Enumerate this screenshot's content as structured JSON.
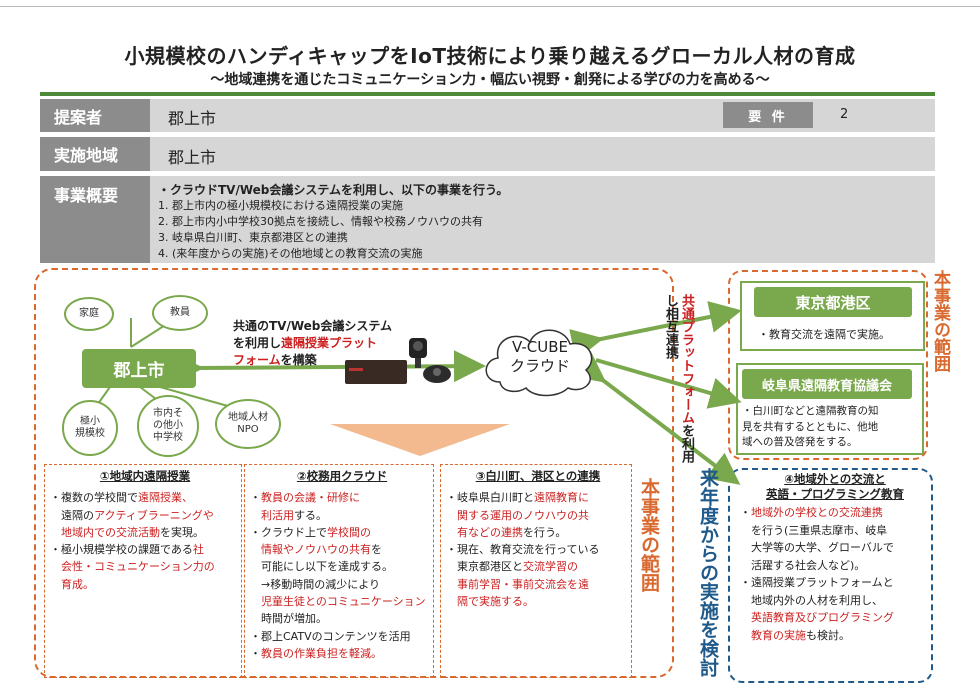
{
  "title": "小規模校のハンディキャップをIoT技術により乗り越えるグローカル人材の育成",
  "subtitle": "～地域連携を通じたコミュニケーション力・幅広い視野・創発による学びの力を高める～",
  "rows": {
    "proposer_label": "提案者",
    "proposer_value": "郡上市",
    "requirement_label": "要 件",
    "requirement_value": "2",
    "area_label": "実施地域",
    "area_value": "郡上市",
    "summary_label": "事業概要",
    "summary_lead": "・クラウドTV/Web会議システムを利用し、以下の事業を行う。",
    "summary_items": [
      "1. 郡上市内の極小規模校における遠隔授業の実施",
      "2. 郡上市内小中学校30拠点を接続し、情報や校務ノウハウの共有",
      "3. 岐阜県白川町、東京都港区との連携",
      "4. (来年度からの実施)その他地域との教育交流の実施"
    ]
  },
  "diagram": {
    "hub": "郡上市",
    "nodes": {
      "home": "家庭",
      "teacher": "教員",
      "small_l1": "極小",
      "small_l2": "規模校",
      "other_l1": "市内そ",
      "other_l2": "の他小",
      "other_l3": "中学校",
      "npo_l1": "地域人材",
      "npo_l2": "NPO"
    },
    "system_l1": "共通のTV/Web会議システム",
    "system_l2_pre": "を利用し",
    "system_l2_red": "遠隔授業プラット",
    "system_l3_red": "フォーム",
    "system_l3_post": "を構築",
    "cloud_l1": "V-CUBE",
    "cloud_l2": "クラウド",
    "platform_red": "共通プラットフォーム",
    "platform_black": "を利用し相互連携",
    "tokyo_head": "東京都港区",
    "tokyo_text": "・教育交流を遠隔で実施。",
    "gifu_head": "岐阜県遠隔教育協議会",
    "gifu_l1": "・白川町などと遠隔教育の知",
    "gifu_l2": "見を共有するとともに、他地",
    "gifu_l3": "域への普及啓発をする。",
    "scope_right": "本事業の範囲",
    "scope_center": "本事業の範囲",
    "next_year": "来年度からの実施を検討"
  },
  "columns": {
    "c1": {
      "head": "①地域内遠隔授業",
      "lines": [
        [
          "・複数の学校間で",
          "遠隔授業、",
          ""
        ],
        [
          "　遠隔の",
          "アクティブラーニングや",
          ""
        ],
        [
          "　",
          "地域内での交流活動",
          "を実現。"
        ],
        [
          "・極小規模学校の課題である",
          "社",
          ""
        ],
        [
          "　",
          "会性・コミュニケーション力の",
          ""
        ],
        [
          "　",
          "育成。",
          ""
        ]
      ]
    },
    "c2": {
      "head": "②校務用クラウド",
      "lines": [
        [
          "・",
          "教員の会議・研修に",
          ""
        ],
        [
          "　",
          "利活用",
          "する。"
        ],
        [
          "・クラウド上で",
          "学校間の",
          ""
        ],
        [
          "　",
          "情報やノウハウの共有",
          "を"
        ],
        [
          "　可能にし以下を達成する。",
          "",
          ""
        ],
        [
          "　→移動時間の減少により",
          "",
          ""
        ],
        [
          "　",
          "児童生徒とのコミュニケーション",
          ""
        ],
        [
          "　時間が増加。",
          "",
          ""
        ],
        [
          "・郡上CATVのコンテンツを活用",
          "",
          ""
        ],
        [
          "・",
          "教員の作業負担を軽減。",
          ""
        ]
      ]
    },
    "c3": {
      "head": "③白川町、港区との連携",
      "lines": [
        [
          "・岐阜県白川町と",
          "遠隔教育に",
          ""
        ],
        [
          "　",
          "関する運用のノウハウの共",
          ""
        ],
        [
          "　",
          "有などの連携",
          "を行う。"
        ],
        [
          "・現在、教育交流を行っている",
          "",
          ""
        ],
        [
          "　東京都港区と",
          "交流学習の",
          ""
        ],
        [
          "　",
          "事前学習・事前交流会を遠",
          ""
        ],
        [
          "　",
          "隔で実施する。",
          ""
        ]
      ]
    },
    "c4": {
      "head_l1": "④地域外との交流と",
      "head_l2": "英語・プログラミング教育",
      "lines": [
        [
          "・",
          "地域外の学校との交流連携",
          ""
        ],
        [
          "　を行う(三重県志摩市、岐阜",
          "",
          ""
        ],
        [
          "　大学等の大学、グローバルで",
          "",
          ""
        ],
        [
          "　活躍する社会人など)。",
          "",
          ""
        ],
        [
          "・遠隔授業プラットフォームと",
          "",
          ""
        ],
        [
          "　地域内外の人材を利用し、",
          "",
          ""
        ],
        [
          "　",
          "英語教育及びプログラミング",
          ""
        ],
        [
          "　",
          "教育の実施",
          "も検討。"
        ]
      ]
    }
  },
  "colors": {
    "green": "#7aa84d",
    "orange": "#d9692f",
    "blue": "#1f5a8a",
    "red": "#cc1f1f",
    "gray_label": "#8c8c8c",
    "gray_row": "#d6d6d6"
  }
}
